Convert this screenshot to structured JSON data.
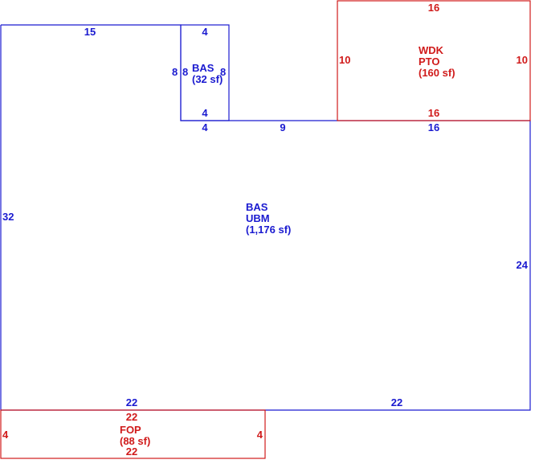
{
  "colors": {
    "main": "#1a1ad0",
    "addition": "#d01a1a"
  },
  "areas": {
    "main": {
      "line1": "BAS",
      "line2": "UBM",
      "sf": "(1,176 sf)"
    },
    "small": {
      "line1": "BAS",
      "sf": "(32 sf)"
    },
    "wdk": {
      "line1": "WDK",
      "line2": "PTO",
      "sf": "(160 sf)"
    },
    "fop": {
      "line1": "FOP",
      "sf": "(88 sf)"
    }
  },
  "dimensions": {
    "main_top_left": "15",
    "main_left": "32",
    "main_right": "24",
    "main_bottom_left": "22",
    "main_bottom_right": "22",
    "main_step_small": "4",
    "main_step_mid": "9",
    "main_step_right": "16",
    "small_top": "4",
    "small_bottom": "4",
    "small_left_outer": "8",
    "small_left_inner": "8",
    "small_right": "8",
    "wdk_top": "16",
    "wdk_bottom": "16",
    "wdk_left": "10",
    "wdk_right": "10",
    "fop_top": "22",
    "fop_bottom": "22",
    "fop_left": "4",
    "fop_right": "4"
  }
}
